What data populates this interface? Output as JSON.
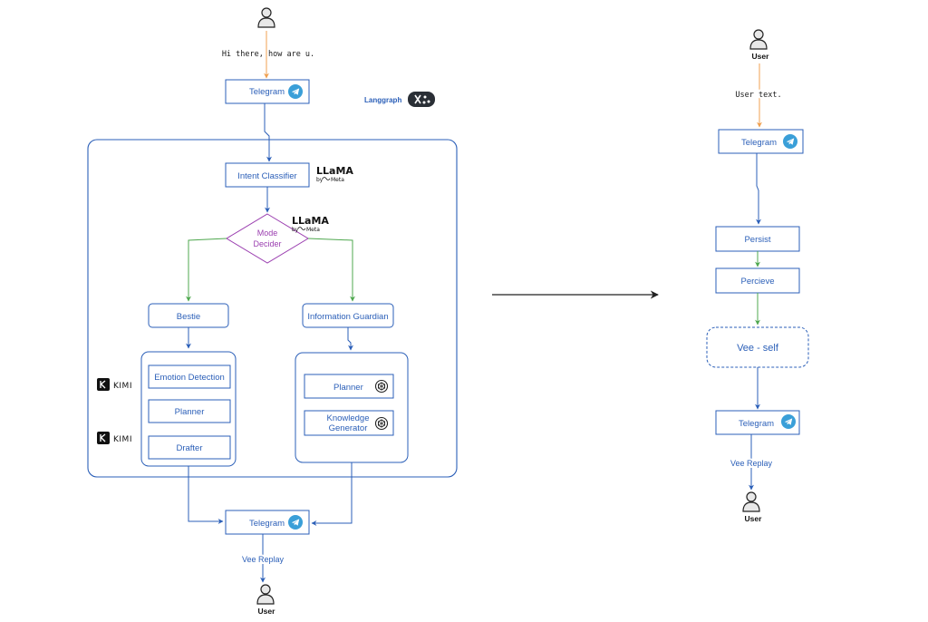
{
  "left": {
    "user_message": "Hi there, how are u.",
    "top_telegram": "Telegram",
    "langgraph": "Langgraph",
    "intent_classifier": "Intent Classifier",
    "llama_brand": "LLaMA",
    "llama_by": "by",
    "llama_meta": "Meta",
    "mode_decider_line1": "Mode",
    "mode_decider_line2": "Decider",
    "bestie": "Bestie",
    "information_guardian": "Information Guardian",
    "bestie_steps": [
      "Emotion Detection",
      "Planner",
      "Drafter"
    ],
    "guardian_planner": "Planner",
    "knowledge_generator_line1": "Knowledge",
    "knowledge_generator_line2": "Generator",
    "kimi_label": "KIMI",
    "bottom_telegram": "Telegram",
    "reply_label": "Vee Replay",
    "user_label": "User"
  },
  "right": {
    "user_top_label": "User",
    "user_text": "User text.",
    "telegram_top": "Telegram",
    "persist": "Persist",
    "percieve": "Percieve",
    "vee_self": "Vee - self",
    "telegram_bottom": "Telegram",
    "reply_label": "Vee Replay",
    "user_bottom_label": "User"
  },
  "colors": {
    "blue": "#2b5fb8",
    "orange": "#f0a050",
    "green": "#4fa84f",
    "purple": "#9b3fb0",
    "telegram": "#3a9fd8"
  }
}
